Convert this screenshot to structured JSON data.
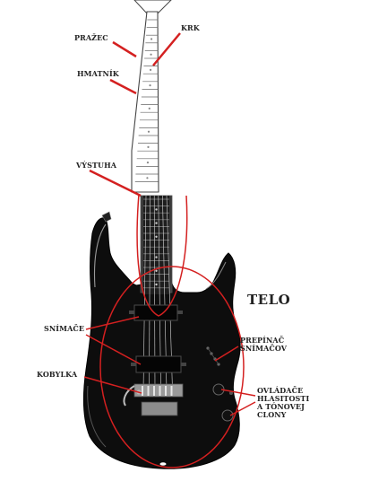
{
  "labels": {
    "krk": "KRK",
    "prazec": "PRAŽEC",
    "hmatnik": "HMATNÍK",
    "vystuha": "VÝSTUHA",
    "telo": "TELO",
    "snimace": "SNÍMAČE",
    "prepinac_line1": "PREPÍNAČ",
    "prepinac_line2": "SNÍMAČOV",
    "kobylka": "KOBYLKA",
    "ovladace_line1": "OVLÁDAČE",
    "ovladace_line2": "HLASITOSTI",
    "ovladace_line3": "A TÓNOVEJ",
    "ovladace_line4": "CLONY"
  },
  "colors": {
    "annotation": "#d42020",
    "guitar_body": "#0d0d0d",
    "fretboard": "#1e1e1e",
    "neck_outline": "#444444",
    "hardware": "#b8b8b8"
  }
}
